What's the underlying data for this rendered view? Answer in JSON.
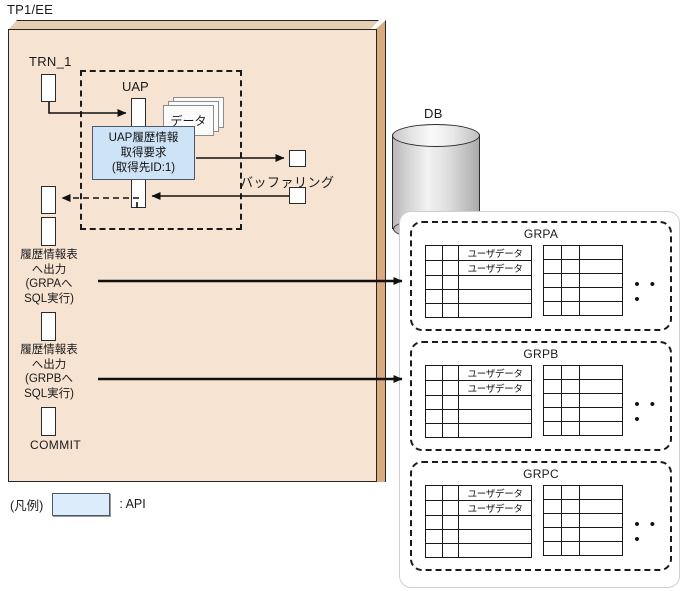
{
  "diagram": {
    "tp1ee_label": "TP1/EE",
    "trn_label": "TRN_1",
    "uap_label": "UAP",
    "data_sheet_label": "データ",
    "buffering_label": "バッファリング",
    "commit_label": "COMMIT",
    "db_label": "DB",
    "api_box": {
      "line1": "UAP履歴情報",
      "line2": "取得要求",
      "line3": "(取得先ID:1)"
    },
    "steps": [
      {
        "name": "grpa-output",
        "line1": "履歴情報表",
        "line2": "へ出力",
        "line3": "(GRPAへ",
        "line4": "SQL実行)"
      },
      {
        "name": "grpb-output",
        "line1": "履歴情報表",
        "line2": "へ出力",
        "line3": "(GRPBへ",
        "line4": "SQL実行)"
      }
    ],
    "legend": {
      "prefix": "(凡例)",
      "suffix": ": API"
    },
    "groups": [
      {
        "id": "grpa",
        "title": "GRPA",
        "ellipsis": "• • •",
        "table_left": {
          "rows": [
            [
              "",
              "",
              "ユーザデータ"
            ],
            [
              "",
              "",
              "ユーザデータ"
            ],
            [
              "",
              "",
              ""
            ],
            [
              "",
              "",
              ""
            ],
            [
              "",
              "",
              ""
            ]
          ],
          "highlight_rows": [
            0,
            1
          ],
          "highlight_col": 2
        },
        "table_right": {
          "rows": [
            [
              "",
              "",
              ""
            ],
            [
              "",
              "",
              ""
            ],
            [
              "",
              "",
              ""
            ],
            [
              "",
              "",
              ""
            ],
            [
              "",
              "",
              ""
            ]
          ]
        }
      },
      {
        "id": "grpb",
        "title": "GRPB",
        "ellipsis": "• • •",
        "table_left": {
          "rows": [
            [
              "",
              "",
              "ユーザデータ"
            ],
            [
              "",
              "",
              "ユーザデータ"
            ],
            [
              "",
              "",
              ""
            ],
            [
              "",
              "",
              ""
            ],
            [
              "",
              "",
              ""
            ]
          ],
          "highlight_rows": [
            0,
            1
          ],
          "highlight_col": 2
        },
        "table_right": {
          "rows": [
            [
              "",
              "",
              ""
            ],
            [
              "",
              "",
              ""
            ],
            [
              "",
              "",
              ""
            ],
            [
              "",
              "",
              ""
            ],
            [
              "",
              "",
              ""
            ]
          ]
        }
      },
      {
        "id": "grpc",
        "title": "GRPC",
        "ellipsis": "• • •",
        "table_left": {
          "rows": [
            [
              "",
              "",
              "ユーザデータ"
            ],
            [
              "",
              "",
              "ユーザデータ"
            ],
            [
              "",
              "",
              ""
            ],
            [
              "",
              "",
              ""
            ],
            [
              "",
              "",
              ""
            ]
          ],
          "highlight_rows": [
            0,
            1
          ],
          "highlight_col": 2
        },
        "table_right": {
          "rows": [
            [
              "",
              "",
              ""
            ],
            [
              "",
              "",
              ""
            ],
            [
              "",
              "",
              ""
            ],
            [
              "",
              "",
              ""
            ],
            [
              "",
              "",
              ""
            ]
          ]
        }
      }
    ],
    "colors": {
      "panel_face": "#f7e3d2",
      "panel_top_bevel": "#e8cdb2",
      "panel_right_bevel": "#d9ab7f",
      "api_blue": "#cfe3f7",
      "legend_blue": "#ddecfb",
      "userdata_blue": "#a8d0f0",
      "line": "#1a1a1a"
    }
  }
}
